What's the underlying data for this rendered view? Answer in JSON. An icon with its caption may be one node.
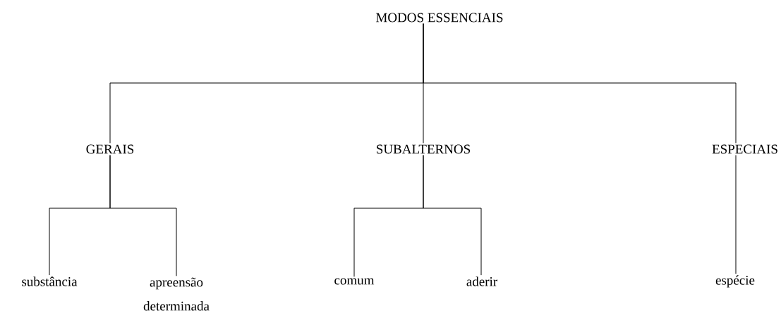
{
  "diagram": {
    "nodes": [
      {
        "text": [
          "MODOS ESSENCIAIS"
        ]
      },
      {
        "text": [
          "GERAIS"
        ]
      },
      {
        "text": [
          "SUBALTERNOS"
        ]
      },
      {
        "text": [
          "ESPECIAIS"
        ]
      },
      {
        "text": [
          "substância"
        ]
      },
      {
        "text": [
          "apreensão determinada"
        ]
      },
      {
        "text": [
          "comum"
        ]
      },
      {
        "text": [
          "aderir"
        ]
      },
      {
        "text": [
          "espécie"
        ]
      }
    ],
    "edges": [
      {
        "from": 0,
        "to": 1,
        "arrow": "none"
      },
      {
        "from": 0,
        "to": 2,
        "arrow": "none"
      },
      {
        "from": 0,
        "to": 3,
        "arrow": "none"
      },
      {
        "from": 1,
        "to": 4,
        "arrow": "none"
      },
      {
        "from": 1,
        "to": 5,
        "arrow": "none"
      },
      {
        "from": 2,
        "to": 6,
        "arrow": "none"
      },
      {
        "from": 2,
        "to": 7,
        "arrow": "none"
      },
      {
        "from": 3,
        "to": 8,
        "arrow": "none"
      }
    ]
  }
}
